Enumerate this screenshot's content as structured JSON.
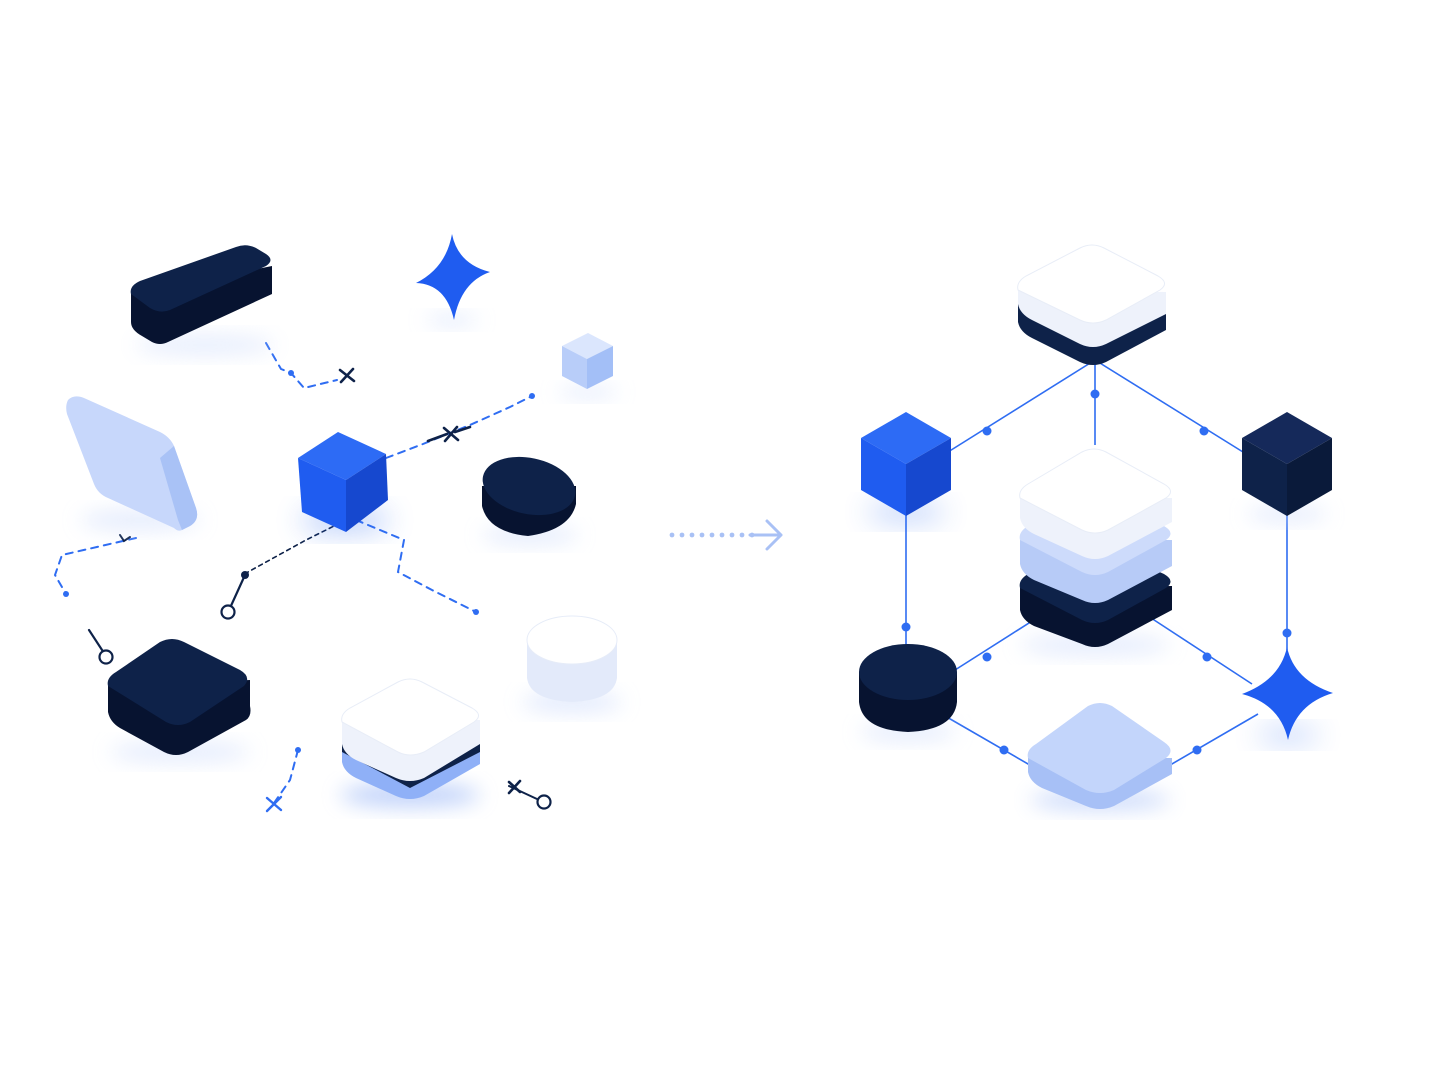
{
  "colors": {
    "navy": "#0e2249",
    "navy_side": "#0a1a3a",
    "navy_dark": "#071330",
    "blue": "#1f5cf0",
    "blue_side": "#1648cf",
    "blue_dark": "#0f3aae",
    "light": "#c9d8fb",
    "light_side": "#adc4f7",
    "light_dark": "#94b1f2",
    "white": "#ffffff",
    "white_side": "#eef2fb",
    "white_dark": "#dde5f5",
    "line": "#2f6df2",
    "arrow": "#a9c1f5"
  },
  "scattered_shapes": {
    "items": [
      {
        "name": "navy-bar-block",
        "shape": "bar",
        "tone": "navy"
      },
      {
        "name": "blue-sparkle",
        "shape": "sparkle",
        "tone": "blue"
      },
      {
        "name": "small-light-cube",
        "shape": "cube",
        "tone": "light"
      },
      {
        "name": "light-tilted-slab",
        "shape": "slab",
        "tone": "light"
      },
      {
        "name": "blue-cube",
        "shape": "cube",
        "tone": "blue"
      },
      {
        "name": "navy-puck",
        "shape": "cylinder",
        "tone": "navy"
      },
      {
        "name": "white-cylinder",
        "shape": "cylinder",
        "tone": "white"
      },
      {
        "name": "navy-square-block",
        "shape": "block",
        "tone": "navy"
      },
      {
        "name": "white-layered-tile",
        "shape": "tile",
        "tone": "white"
      }
    ]
  },
  "transition": {
    "icon": "dotted-arrow-right-icon"
  },
  "organized_network": {
    "nodes": [
      {
        "name": "top-stacked-tile",
        "shape": "tile-stack",
        "tone": "white"
      },
      {
        "name": "left-blue-cube",
        "shape": "cube",
        "tone": "blue"
      },
      {
        "name": "right-navy-cube",
        "shape": "cube",
        "tone": "navy"
      },
      {
        "name": "center-layer-stack",
        "shape": "stack",
        "tone": "mixed"
      },
      {
        "name": "bottom-left-navy-cylinder",
        "shape": "cylinder",
        "tone": "navy"
      },
      {
        "name": "bottom-light-tile",
        "shape": "tile",
        "tone": "light"
      },
      {
        "name": "bottom-right-blue-sparkle",
        "shape": "sparkle",
        "tone": "blue"
      }
    ]
  }
}
